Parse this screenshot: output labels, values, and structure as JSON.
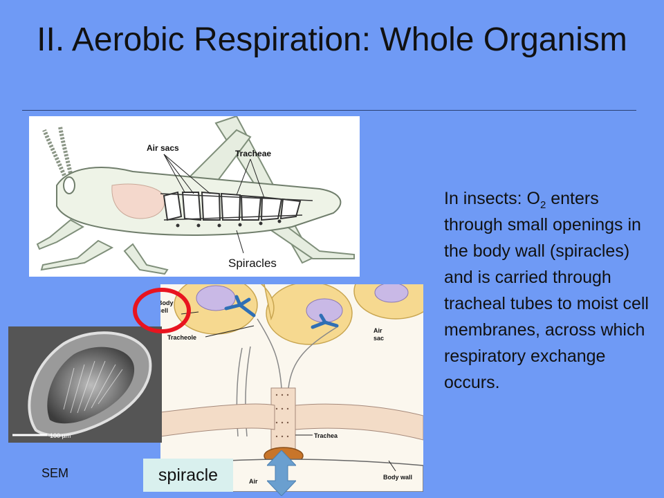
{
  "slide": {
    "title": "II. Aerobic Respiration: Whole Organism",
    "body_prefix": "In insects: O",
    "body_subscript": "2",
    "body_suffix": " enters through small openings in the body wall (spiracles) and is carried through tracheal tubes to moist cell membranes, across which respiratory exchange occurs."
  },
  "grasshopper": {
    "label_air_sacs": "Air sacs",
    "label_tracheae": "Tracheae",
    "label_spiracles": "Spiracles"
  },
  "trachea_diagram": {
    "label_body_cell_1": "Body",
    "label_body_cell_2": "cell",
    "label_tracheole": "Tracheole",
    "label_air_sac_1": "Air",
    "label_air_sac_2": "sac",
    "label_trachea": "Trachea",
    "label_air": "Air",
    "label_body_wall": "Body wall"
  },
  "sem_image": {
    "scale_label": "100 µm",
    "caption": "SEM"
  },
  "callout": {
    "spiracle_label": "spiracle"
  },
  "colors": {
    "background": "#6f9af5",
    "highlight_ring": "#e8141f",
    "arrow": "#6a9fcf",
    "callout_bg": "#d9f0ee"
  }
}
